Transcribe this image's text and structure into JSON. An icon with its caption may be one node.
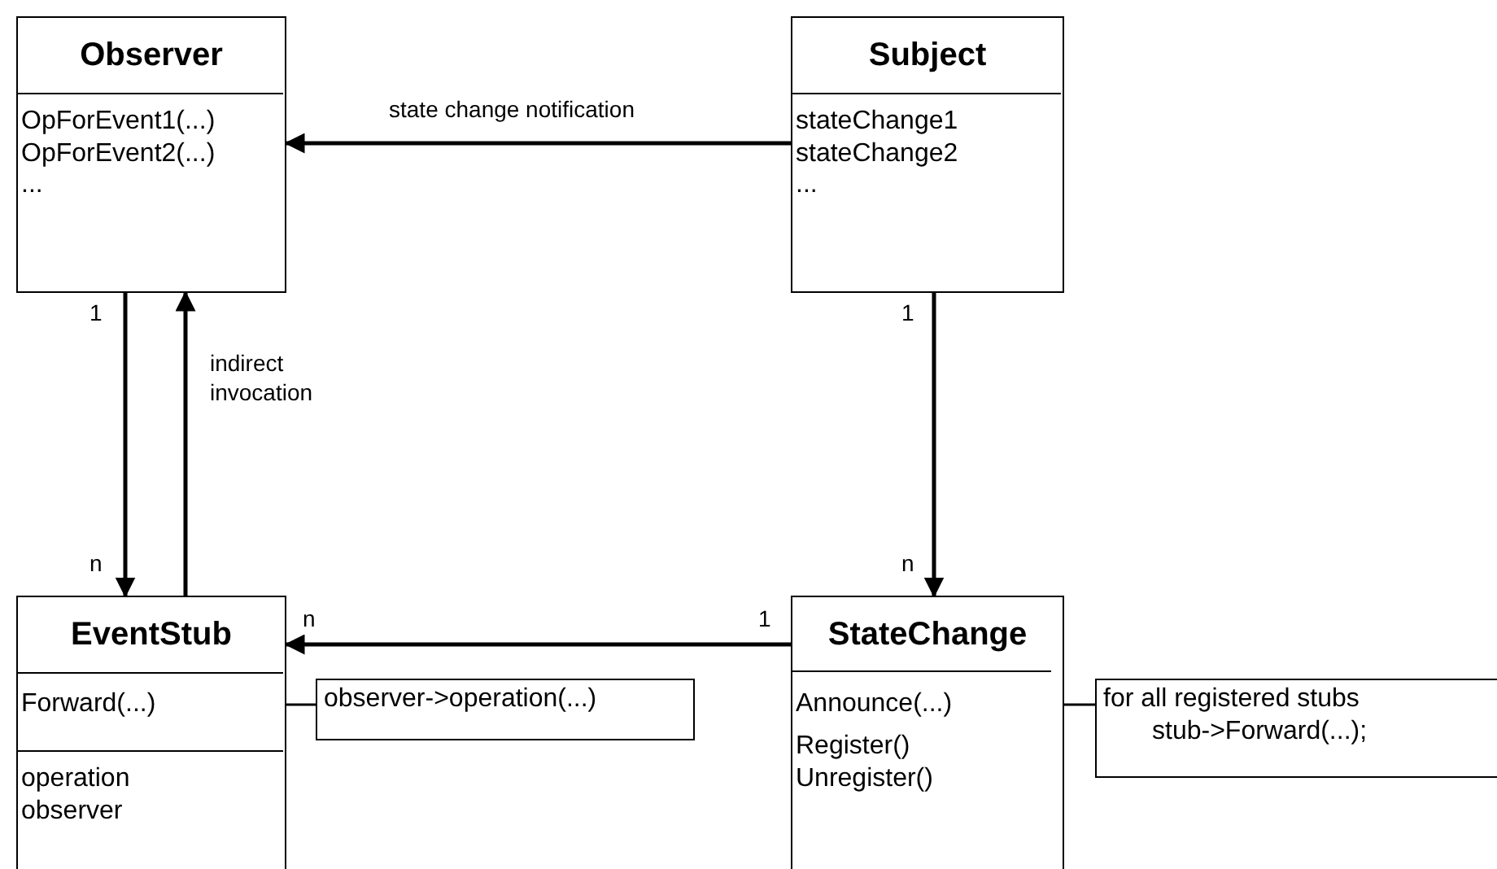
{
  "diagram": {
    "nodes": [
      {
        "text": [
          "Observer",
          "OpForEvent1(...) OpForEvent2(...) ..."
        ]
      },
      {
        "text": [
          "Subject",
          "stateChange1 stateChange2 ..."
        ]
      },
      {
        "text": [
          "EventStub",
          "operation observer"
        ]
      },
      {
        "text": [
          "Forward(...)"
        ],
        "in": 2
      },
      {
        "text": [
          "observer->operation(...)"
        ]
      },
      {
        "text": [
          "StateChange",
          "Register() Unregister()"
        ]
      },
      {
        "text": [
          "Announce(...)"
        ],
        "in": 5
      },
      {
        "text": [
          "for all registered stubs stub->Forward(...);"
        ]
      }
    ],
    "edges": [
      {
        "from": 1,
        "to": 0,
        "arrow": "to",
        "label": "state change notification"
      },
      {
        "from": 0,
        "to": 2,
        "arrow": "to"
      },
      {
        "from": 2,
        "to": 0,
        "arrow": "to",
        "label": "indirect invocation"
      },
      {
        "from": 1,
        "to": 5,
        "arrow": "to"
      },
      {
        "from": 5,
        "to": 2,
        "arrow": "to"
      },
      {
        "from": 3,
        "to": 4,
        "arrow": "none"
      },
      {
        "from": 6,
        "to": 7,
        "arrow": "none"
      }
    ],
    "labels": [
      "1",
      "1",
      "n",
      "n",
      "n",
      "1"
    ]
  }
}
